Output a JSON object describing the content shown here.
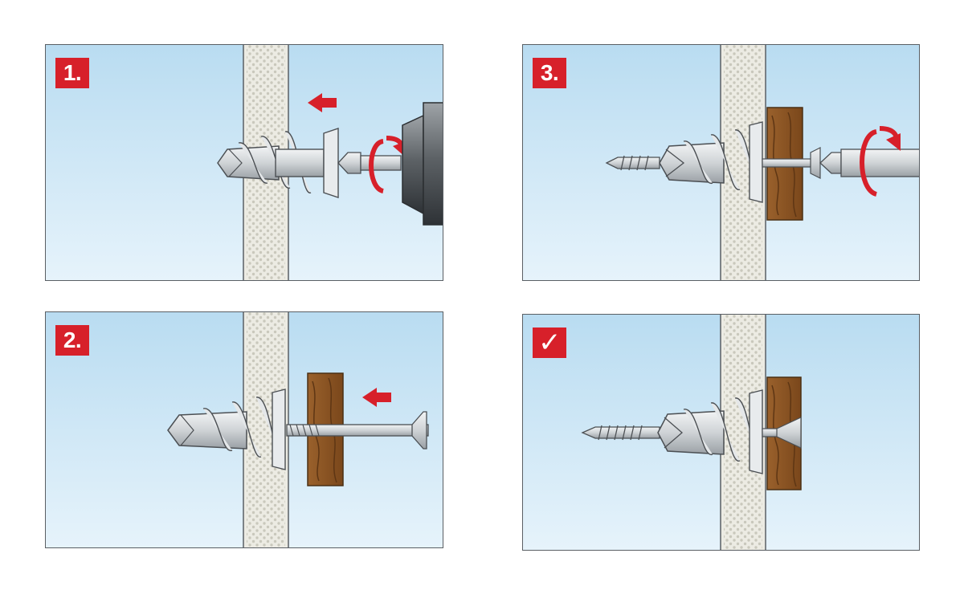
{
  "steps": [
    {
      "id": "step-1",
      "label": "1."
    },
    {
      "id": "step-2",
      "label": "2."
    },
    {
      "id": "step-3",
      "label": "3."
    },
    {
      "id": "step-done",
      "label": "✓"
    }
  ],
  "colors": {
    "sky_top": "#b9dcf1",
    "sky_bottom": "#e6f3fb",
    "wall": "#ecebe3",
    "wall_dots": "#c9c8bc",
    "wood": "#8a5424",
    "wood_grain": "#5e3614",
    "metal": "#d9dcde",
    "metal_dark": "#8d9297",
    "accent_red": "#d7202a",
    "outline": "#4b4f53"
  },
  "icons": [
    "left-arrow-icon",
    "rotation-arrow-icon",
    "checkmark-icon",
    "drill-chuck-icon",
    "screwdriver-bit-icon"
  ]
}
